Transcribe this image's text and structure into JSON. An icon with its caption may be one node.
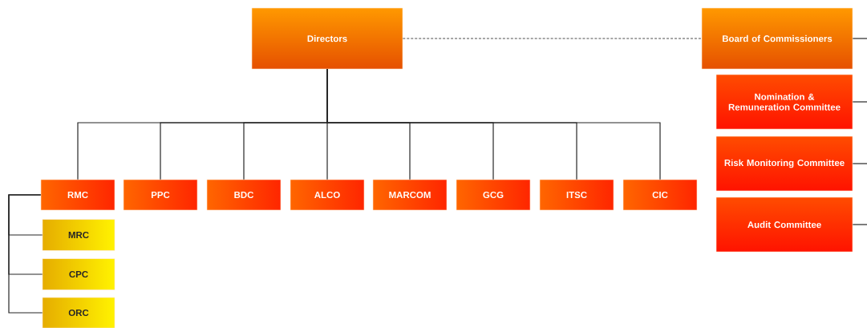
{
  "diagram": {
    "nodes": [
      {
        "text": [
          "Directors"
        ]
      },
      {
        "text": [
          "Board of Commissioners"
        ]
      },
      {
        "text": [
          "Nomination & Remuneration Committee"
        ]
      },
      {
        "text": [
          "Risk Monitoring Committee"
        ]
      },
      {
        "text": [
          "Audit Committee"
        ]
      },
      {
        "text": [
          "RMC"
        ]
      },
      {
        "text": [
          "PPC"
        ]
      },
      {
        "text": [
          "BDC"
        ]
      },
      {
        "text": [
          "ALCO"
        ]
      },
      {
        "text": [
          "MARCOM"
        ]
      },
      {
        "text": [
          "GCG"
        ]
      },
      {
        "text": [
          "ITSC"
        ]
      },
      {
        "text": [
          "CIC"
        ]
      },
      {
        "text": [
          "MRC"
        ]
      },
      {
        "text": [
          "CPC"
        ]
      },
      {
        "text": [
          "ORC"
        ]
      }
    ],
    "edges": [
      {
        "from": 0,
        "to": 1,
        "arrow": "none",
        "style": "dashed"
      },
      {
        "from": 0,
        "to": 5,
        "arrow": "none"
      },
      {
        "from": 0,
        "to": 6,
        "arrow": "none"
      },
      {
        "from": 0,
        "to": 7,
        "arrow": "none"
      },
      {
        "from": 0,
        "to": 8,
        "arrow": "none"
      },
      {
        "from": 0,
        "to": 9,
        "arrow": "none"
      },
      {
        "from": 0,
        "to": 10,
        "arrow": "none"
      },
      {
        "from": 0,
        "to": 11,
        "arrow": "none"
      },
      {
        "from": 0,
        "to": 12,
        "arrow": "none"
      },
      {
        "from": 5,
        "to": 13,
        "arrow": "none"
      },
      {
        "from": 5,
        "to": 14,
        "arrow": "none"
      },
      {
        "from": 5,
        "to": 15,
        "arrow": "none"
      },
      {
        "from": 1,
        "to": null,
        "arrow": "none"
      },
      {
        "from": 2,
        "to": null,
        "arrow": "none"
      },
      {
        "from": 3,
        "to": null,
        "arrow": "none"
      },
      {
        "from": 4,
        "to": null,
        "arrow": "none"
      }
    ]
  }
}
